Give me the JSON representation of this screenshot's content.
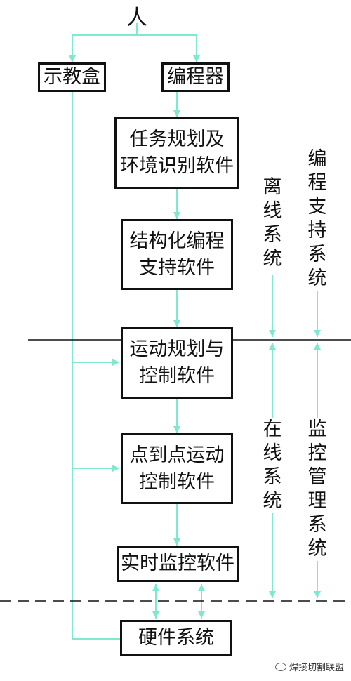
{
  "person": "人",
  "boxes": {
    "teach_pendant": "示教盒",
    "programmer": "编程器",
    "task_planning": "任务规划及\n环境识别软件",
    "structured_prog": "结构化编程\n支持软件",
    "motion_planning": "运动规划与\n控制软件",
    "ptp_motion": "点到点运动\n控制软件",
    "realtime_monitor": "实时监控软件",
    "hardware": "硬件系统"
  },
  "side_labels": {
    "offline_system": "离线系统",
    "programming_support_system": "编程支持系统",
    "online_system": "在线系统",
    "monitor_management_system": "监控管理系统"
  },
  "watermark": "焊接切割联盟",
  "colors": {
    "arrow": "#7fe8cf",
    "border": "#111111"
  }
}
